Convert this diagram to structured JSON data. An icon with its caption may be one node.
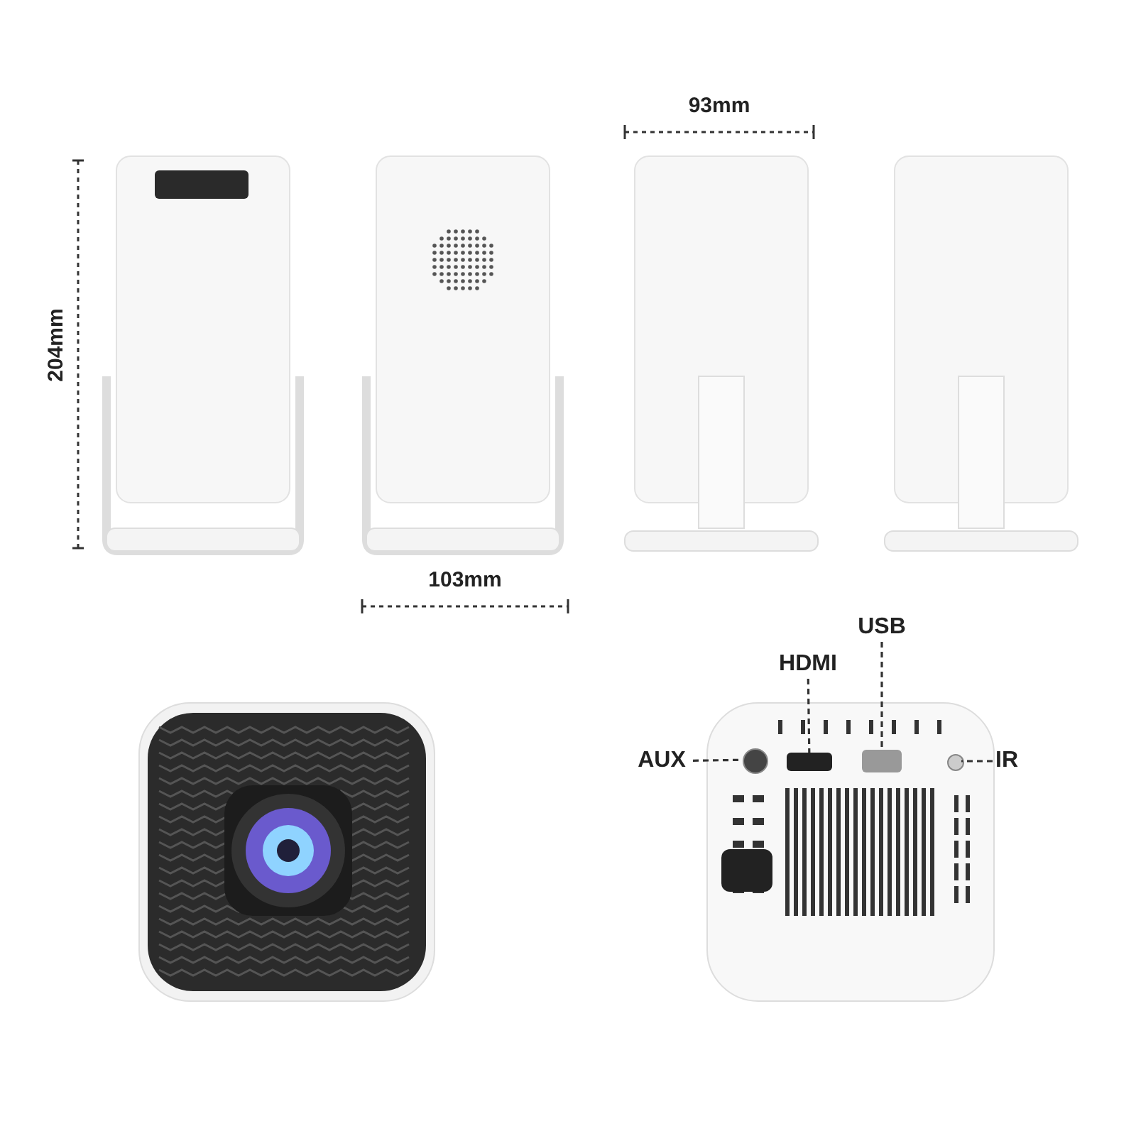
{
  "diagram": {
    "nodes": [
      {
        "text": [
          "AUX"
        ]
      },
      {
        "text": [],
        "shape": "circle"
      },
      {
        "text": [
          "HDMI"
        ]
      },
      {
        "text": [],
        "shape": "box"
      },
      {
        "text": [
          "USB"
        ]
      },
      {
        "text": [],
        "shape": "box"
      },
      {
        "text": [
          "IR"
        ]
      },
      {
        "text": [],
        "shape": "circle"
      }
    ],
    "edges": [
      {
        "from": 0,
        "to": 1,
        "arrow": "none",
        "style": "dashed"
      },
      {
        "from": 2,
        "to": 3,
        "arrow": "none",
        "style": "dashed"
      },
      {
        "from": 4,
        "to": 5,
        "arrow": "none",
        "style": "dashed"
      },
      {
        "from": 6,
        "to": 7,
        "arrow": "none",
        "style": "dashed"
      }
    ],
    "labels": [
      "93mm",
      "204mm",
      "103mm"
    ]
  }
}
